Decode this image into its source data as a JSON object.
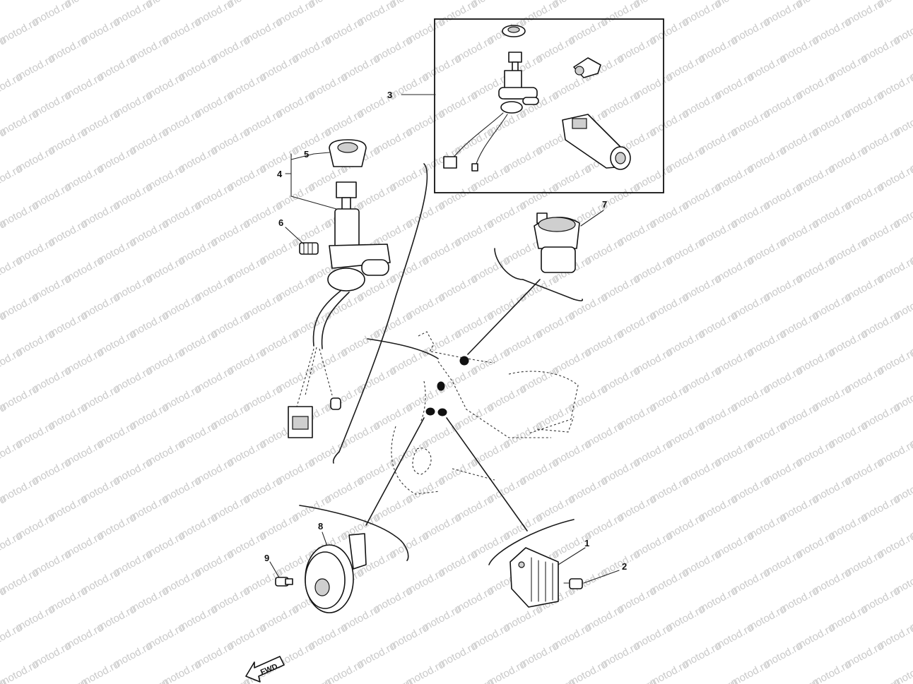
{
  "watermark": {
    "text": "motod.ru",
    "color": "#c9c9c9"
  },
  "callouts": [
    "1",
    "2",
    "3",
    "4",
    "5",
    "6",
    "7",
    "8",
    "9"
  ],
  "direction_marker": {
    "label": "FWD"
  },
  "colors": {
    "line": "#1a1a1a",
    "background": "#ffffff"
  }
}
